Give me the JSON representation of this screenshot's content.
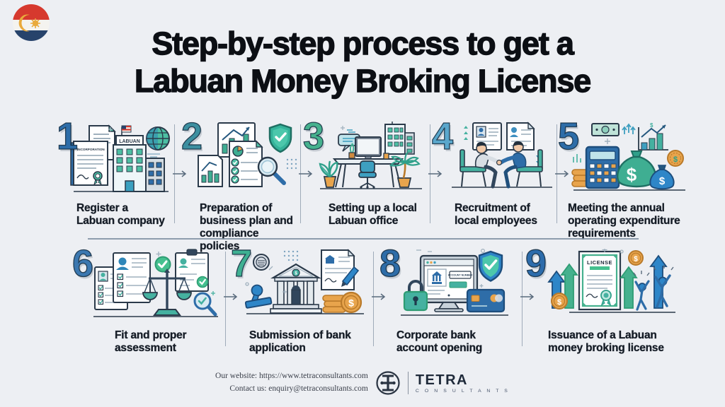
{
  "background": "#edeff3",
  "flag": {
    "name": "Labuan flag badge",
    "red": "#d6392e",
    "white": "#f4f3ef",
    "blue": "#27436b",
    "gold": "#e9aa3c"
  },
  "title": {
    "line1": "Step-by-step process to get a",
    "line2": "Labuan Money Broking License"
  },
  "steps": [
    {
      "number": "1",
      "number_color": "#2e6da8",
      "caption": "Register a\nLabuan company",
      "labels": {
        "sign": "LABUAN",
        "doc": "INCORPORATION"
      }
    },
    {
      "number": "2",
      "number_color": "#3d8fa0",
      "caption": "Preparation of\nbusiness plan and\ncompliance policies"
    },
    {
      "number": "3",
      "number_color": "#46b18e",
      "caption": "Setting up a local\nLabuan office"
    },
    {
      "number": "4",
      "number_color": "#5aa7cc",
      "caption": "Recruitment of\nlocal employees"
    },
    {
      "number": "5",
      "number_color": "#2e6da8",
      "caption": "Meeting the annual\noperating expenditure\nrequirements"
    },
    {
      "number": "6",
      "number_color": "#3c78b0",
      "caption": "Fit and proper\nassessment"
    },
    {
      "number": "7",
      "number_color": "#3fb092",
      "caption": "Submission of bank\napplication"
    },
    {
      "number": "8",
      "number_color": "#2e6da8",
      "caption": "Corporate bank\naccount opening",
      "labels": {
        "field": "ACCOUNT NUMBER"
      }
    },
    {
      "number": "9",
      "number_color": "#2d6cab",
      "caption": "Issuance of a Labuan\nmoney broking license",
      "labels": {
        "license": "LICENSE"
      }
    }
  ],
  "footer": {
    "website": "Our website: https://www.tetraconsultants.com",
    "contact": "Contact us: enquiry@tetraconsultants.com",
    "brand": "TETRA",
    "brand_sub": "C O N S U L T A N T S"
  }
}
